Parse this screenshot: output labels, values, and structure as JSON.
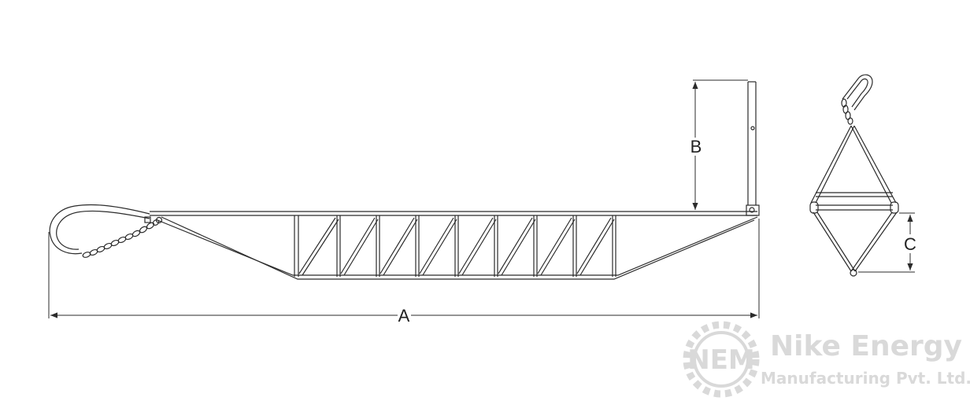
{
  "dimensions": {
    "a": "A",
    "b": "B",
    "c": "C"
  },
  "watermark": {
    "monogram": "NEM",
    "company_name": "Nike Energy",
    "company_sub": "Manufacturing Pvt. Ltd."
  },
  "colors": {
    "line": "#2b2b2b",
    "watermark": "#d9d9d9"
  }
}
